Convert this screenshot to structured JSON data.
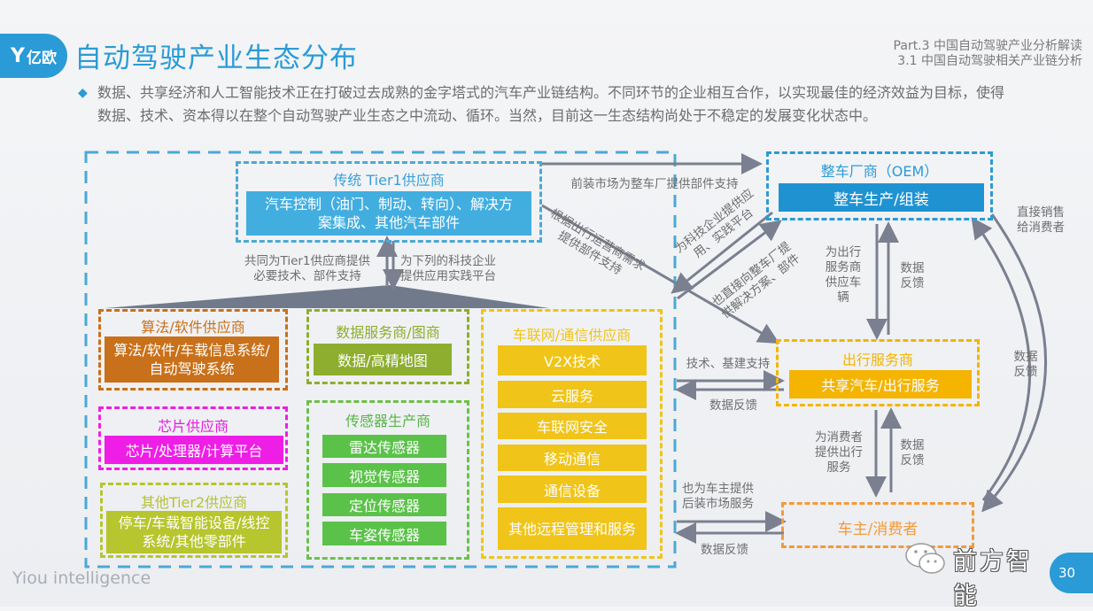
{
  "header": {
    "logo_text": "亿欧",
    "title": "自动驾驶产业生态分布",
    "part_line1": "Part.3 中国自动驾驶产业分析解读",
    "part_line2": "3.1 中国自动驾驶相关产业链分析"
  },
  "intro": "数据、共享经济和人工智能技术正在打破过去成熟的金字塔式的汽车产业链结构。不同环节的企业相互合作，以实现最佳的经济效益为目标，使得数据、技术、资本得以在整个自动驾驶产业生态之中流动、循环。当然，目前这一生态结构尚处于不稳定的发展变化状态中。",
  "tier1": {
    "title": "传统 Tier1供应商",
    "content": "汽车控制（油门、制动、转向）、解决方案集成、其他汽车部件"
  },
  "tier1_notes": {
    "left": "共同为Tier1供应商提供\n必要技术、部件支持",
    "right": "为下列的科技企业\n提供应用实践平台"
  },
  "suppliers": {
    "algo": {
      "title": "算法/软件供应商",
      "content": "算法/软件/车载信息系统/自动驾驶系统"
    },
    "chip": {
      "title": "芯片供应商",
      "content": "芯片/处理器/计算平台"
    },
    "tier2": {
      "title": "其他Tier2供应商",
      "content": "停车/车载智能设备/线控系统/其他零部件"
    },
    "data": {
      "title": "数据服务商/图商",
      "content": "数据/高精地图"
    },
    "sensor": {
      "title": "传感器生产商",
      "items": [
        "雷达传感器",
        "视觉传感器",
        "定位传感器",
        "车姿传感器"
      ]
    },
    "iov": {
      "title": "车联网/通信供应商",
      "items": [
        "V2X技术",
        "云服务",
        "车联网安全",
        "移动通信",
        "通信设备",
        "其他远程管理和服务"
      ]
    }
  },
  "oem": {
    "title": "整车厂商（OEM）",
    "content": "整车生产/组装"
  },
  "mobility": {
    "title": "出行服务商",
    "content": "共享汽车/出行服务"
  },
  "consumer": {
    "title": "车主/消费者"
  },
  "flows": {
    "front_market": "前装市场为整车厂提供部件支持",
    "per_operator": "根据出行运营商需求\n提供部件支持",
    "tech_platform": "为科技企业提供应\n用、实践平台",
    "direct_oem": "也直接向整车厂提\n供解决方案、部件",
    "supply_vehicle": "为出行\n服务商\n供应车\n辆",
    "data_feedback_oem": "数据\n反馈",
    "direct_sales": "直接销售\n给消费者",
    "data_feedback_arc": "数据\n反馈",
    "tech_infra": "技术、基建支持",
    "data_feedback_mob": "数据反馈",
    "serve_consumer": "为消费者\n提供出行\n服务",
    "data_feedback_cons": "数据\n反馈",
    "aftermarket": "也为车主提供\n后装市场服务",
    "data_feedback_bottom": "数据反馈"
  },
  "footer": {
    "brand": "Yiou intelligence",
    "wechat": "前方智能",
    "page": "30"
  },
  "colors": {
    "blue": "#2a9bd6",
    "tier1_fill": "#42aee0",
    "orange": "#c8701a",
    "magenta": "#ee1ee6",
    "lime": "#b7c52e",
    "green": "#8dae2e",
    "sensor": "#5ac249",
    "yellow": "#f0c419",
    "amber": "#f4b400",
    "consumer": "#f39a3a",
    "arrow": "#7a8090"
  }
}
